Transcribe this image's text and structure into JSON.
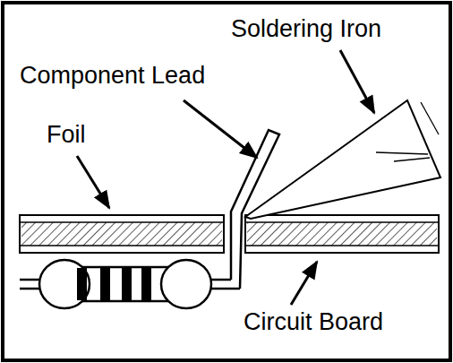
{
  "diagram": {
    "labels": [
      "Soldering Iron",
      "Component Lead",
      "Foil",
      "Circuit Board"
    ]
  }
}
